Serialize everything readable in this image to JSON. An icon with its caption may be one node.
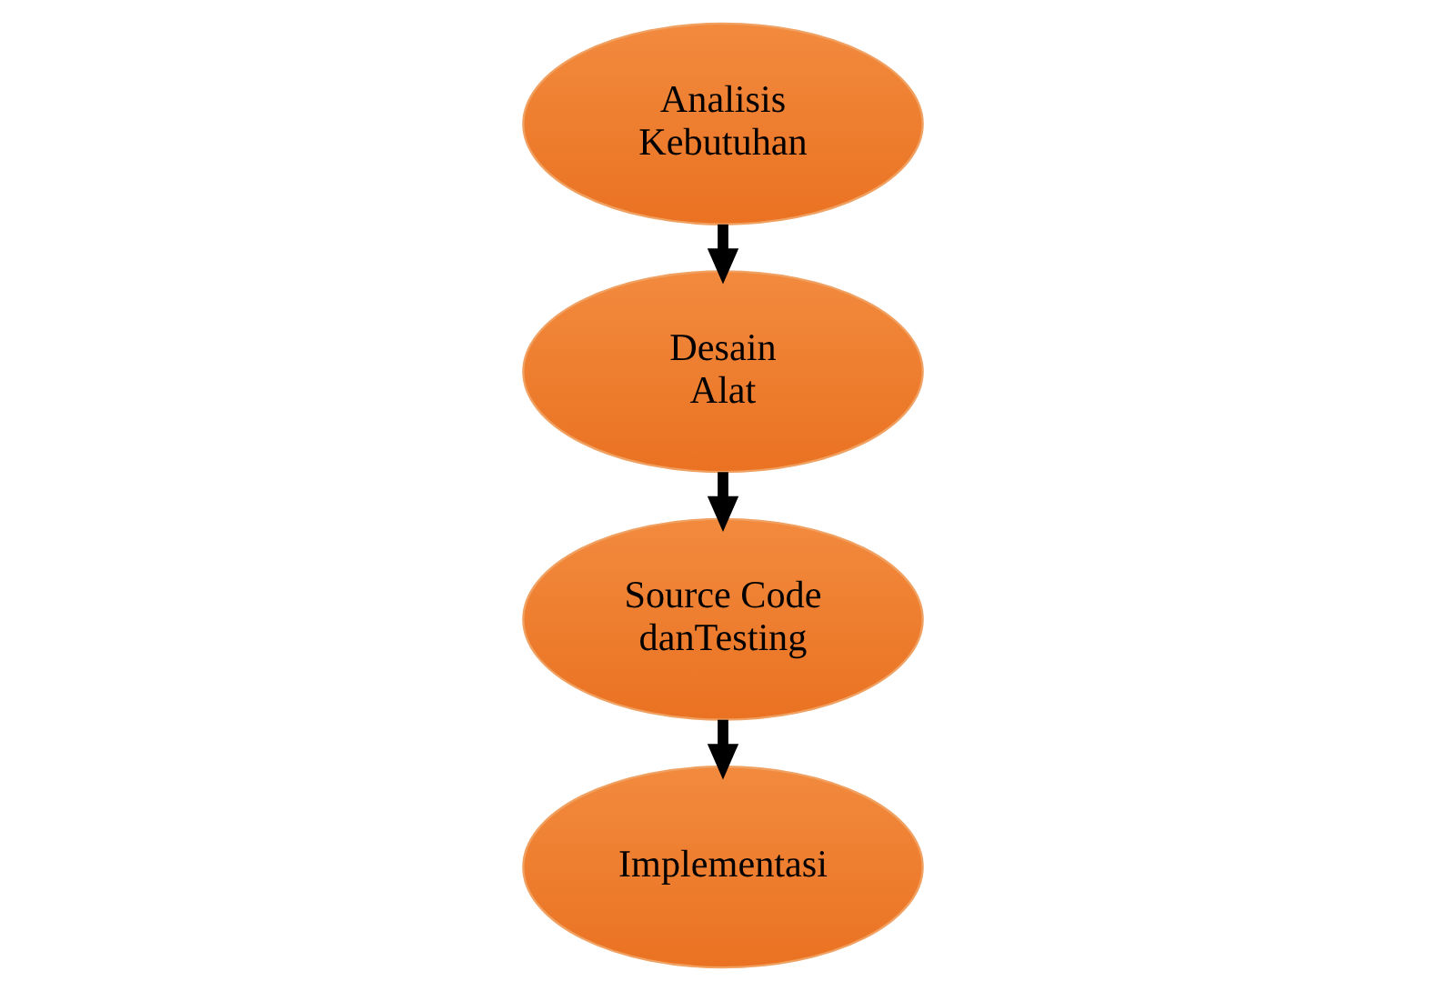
{
  "diagram": {
    "nodes": [
      {
        "text": [
          "Analisis Kebutuhan"
        ]
      },
      {
        "text": [
          "Desain Alat"
        ]
      },
      {
        "text": [
          "Source Code danTesting"
        ]
      },
      {
        "text": [
          "Implementasi"
        ]
      }
    ],
    "edges": [
      {
        "from": 0,
        "to": 1,
        "arrow": "to"
      },
      {
        "from": 1,
        "to": 2,
        "arrow": "to"
      },
      {
        "from": 2,
        "to": 3,
        "arrow": "to"
      }
    ]
  }
}
